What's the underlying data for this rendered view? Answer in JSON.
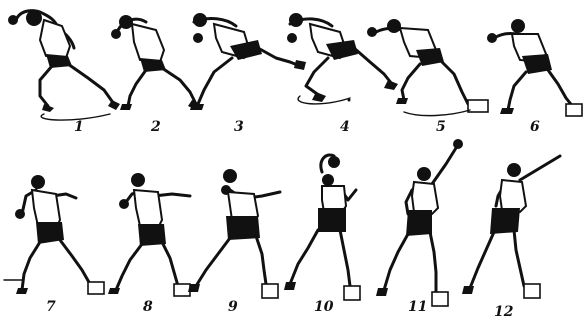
{
  "figure": {
    "frames": [
      {
        "number": "1"
      },
      {
        "number": "2"
      },
      {
        "number": "3"
      },
      {
        "number": "4"
      },
      {
        "number": "5"
      },
      {
        "number": "6"
      },
      {
        "number": "7"
      },
      {
        "number": "8"
      },
      {
        "number": "9"
      },
      {
        "number": "10"
      },
      {
        "number": "11"
      },
      {
        "number": "12"
      }
    ]
  }
}
